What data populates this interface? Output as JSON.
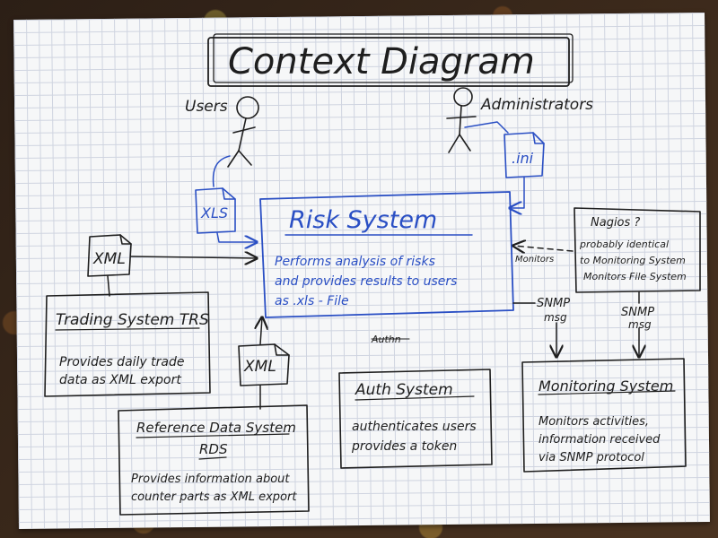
{
  "title": "Context Diagram",
  "actors": {
    "users": "Users",
    "administrators": "Administrators"
  },
  "files": {
    "xls": "XLS",
    "ini": ".ini",
    "xml_top": "XML",
    "xml_bottom": "XML"
  },
  "risk_system": {
    "title": "Risk System",
    "desc": [
      "Performs analysis of risks",
      "and provides results to users",
      "as .xls - File"
    ]
  },
  "trading_system": {
    "title": "Trading System TRS",
    "desc": [
      "Provides daily trade",
      "data as XML export"
    ]
  },
  "reference_system": {
    "title": [
      "Reference Data System",
      "RDS"
    ],
    "desc": [
      "Provides information about",
      "counter parts as XML export"
    ]
  },
  "auth_system": {
    "title": "Auth System",
    "desc": [
      "authenticates users",
      "provides a token"
    ]
  },
  "nagios": {
    "title": "Nagios ?",
    "desc": [
      "probably identical",
      "to Monitoring System",
      "Monitors File System"
    ]
  },
  "monitoring_system": {
    "title": "Monitoring System",
    "desc": [
      "Monitors activities,",
      "information received",
      "via SNMP protocol"
    ]
  },
  "labels": {
    "monitors": "Monitors",
    "snmp1": "SNMP",
    "msg1": "msg",
    "snmp2": "SNMP",
    "msg2": "msg",
    "authn": "Authn"
  },
  "colors": {
    "ink": "#1e1e1e",
    "blue_ink": "#2a4fc4"
  }
}
